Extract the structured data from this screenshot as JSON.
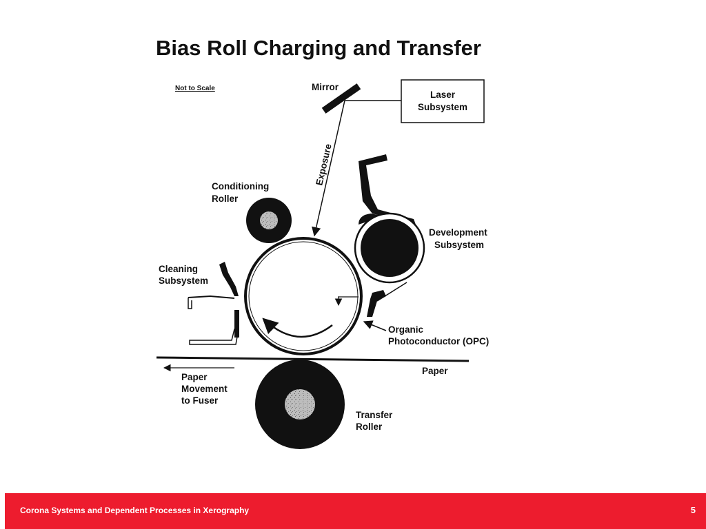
{
  "slide": {
    "title": "Bias Roll Charging and Transfer",
    "scale_note": "Not to Scale"
  },
  "diagram": {
    "labels": {
      "mirror": "Mirror",
      "laser_line1": "Laser",
      "laser_line2": "Subsystem",
      "exposure": "Exposure",
      "conditioning_line1": "Conditioning",
      "conditioning_line2": "Roller",
      "development_line1": "Development",
      "development_line2": "Subsystem",
      "cleaning_line1": "Cleaning",
      "cleaning_line2": "Subsystem",
      "opc_line1": "Organic",
      "opc_line2": "Photoconductor (OPC)",
      "paper": "Paper",
      "movement_line1": "Paper",
      "movement_line2": "Movement",
      "movement_line3": "to Fuser",
      "transfer_line1": "Transfer",
      "transfer_line2": "Roller"
    }
  },
  "footer": {
    "title": "Corona Systems and Dependent Processes in Xerography",
    "page_number": "5"
  },
  "colors": {
    "footer_background": "#ed1c2e",
    "footer_text": "#ffffff",
    "ink": "#111111"
  }
}
